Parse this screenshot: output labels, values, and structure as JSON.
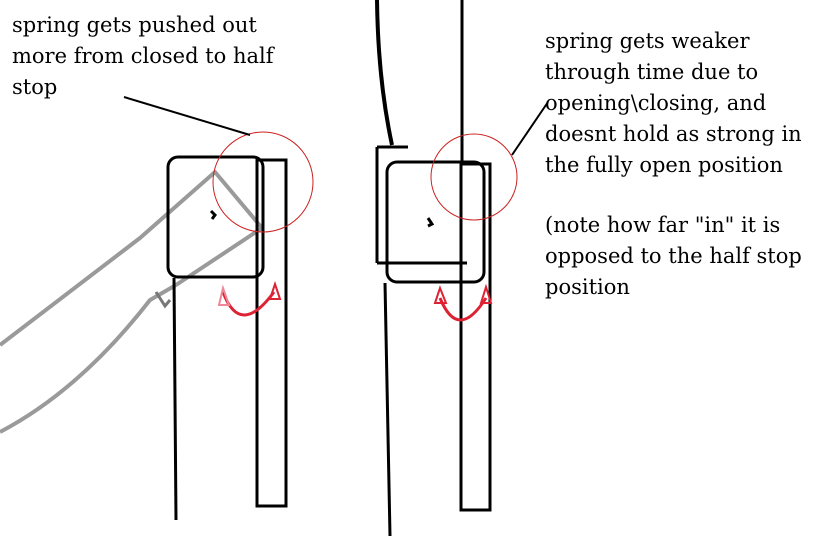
{
  "annotations": {
    "left": "spring gets pushed out\nmore from closed to half\nstop",
    "right_1": "spring gets weaker\nthrough time due to\nopening\\closing, and\ndoesnt hold as strong in\nthe fully open position",
    "right_2": "(note how far \"in\" it is\nopposed to the half stop\nposition"
  },
  "colors": {
    "ink": "#000000",
    "gray_line": "#9a9a9a",
    "highlight_circle": "#cc2222",
    "arrow": "#dd2233"
  }
}
